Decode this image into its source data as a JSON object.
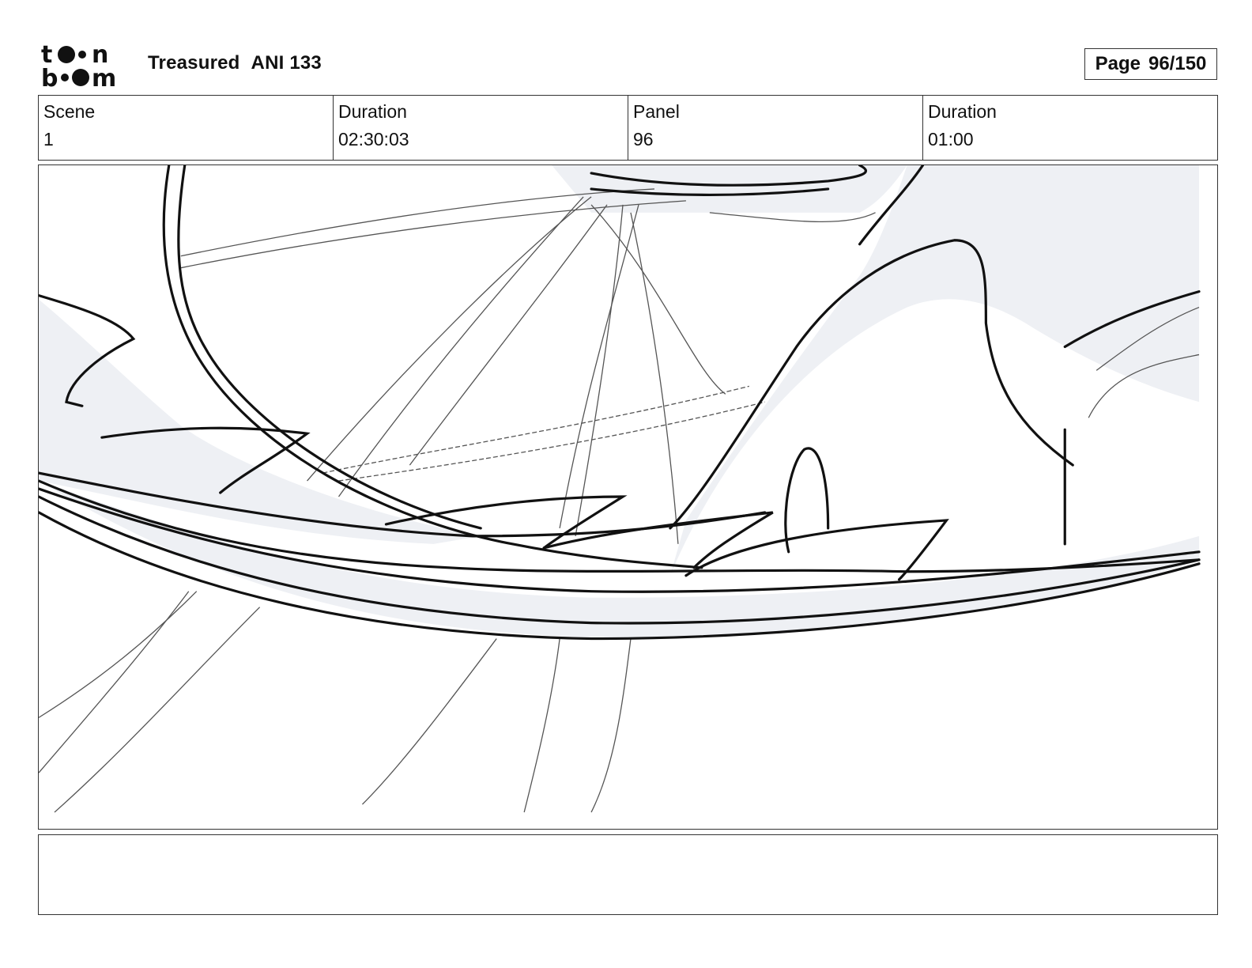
{
  "header": {
    "logo_text_top": "toon",
    "logo_text_bottom": "boom",
    "project_name": "Treasured",
    "episode_code": "ANI 133",
    "page_label": "Page",
    "page_value": "96/150"
  },
  "info": {
    "scene_label": "Scene",
    "scene_value": "1",
    "scene_duration_label": "Duration",
    "scene_duration_value": "02:30:03",
    "panel_label": "Panel",
    "panel_value": "96",
    "panel_duration_label": "Duration",
    "panel_duration_value": "01:00"
  },
  "notes": {
    "text": ""
  },
  "colors": {
    "ink": "#111111",
    "fill_gray": "#eef0f4",
    "border": "#333333"
  }
}
